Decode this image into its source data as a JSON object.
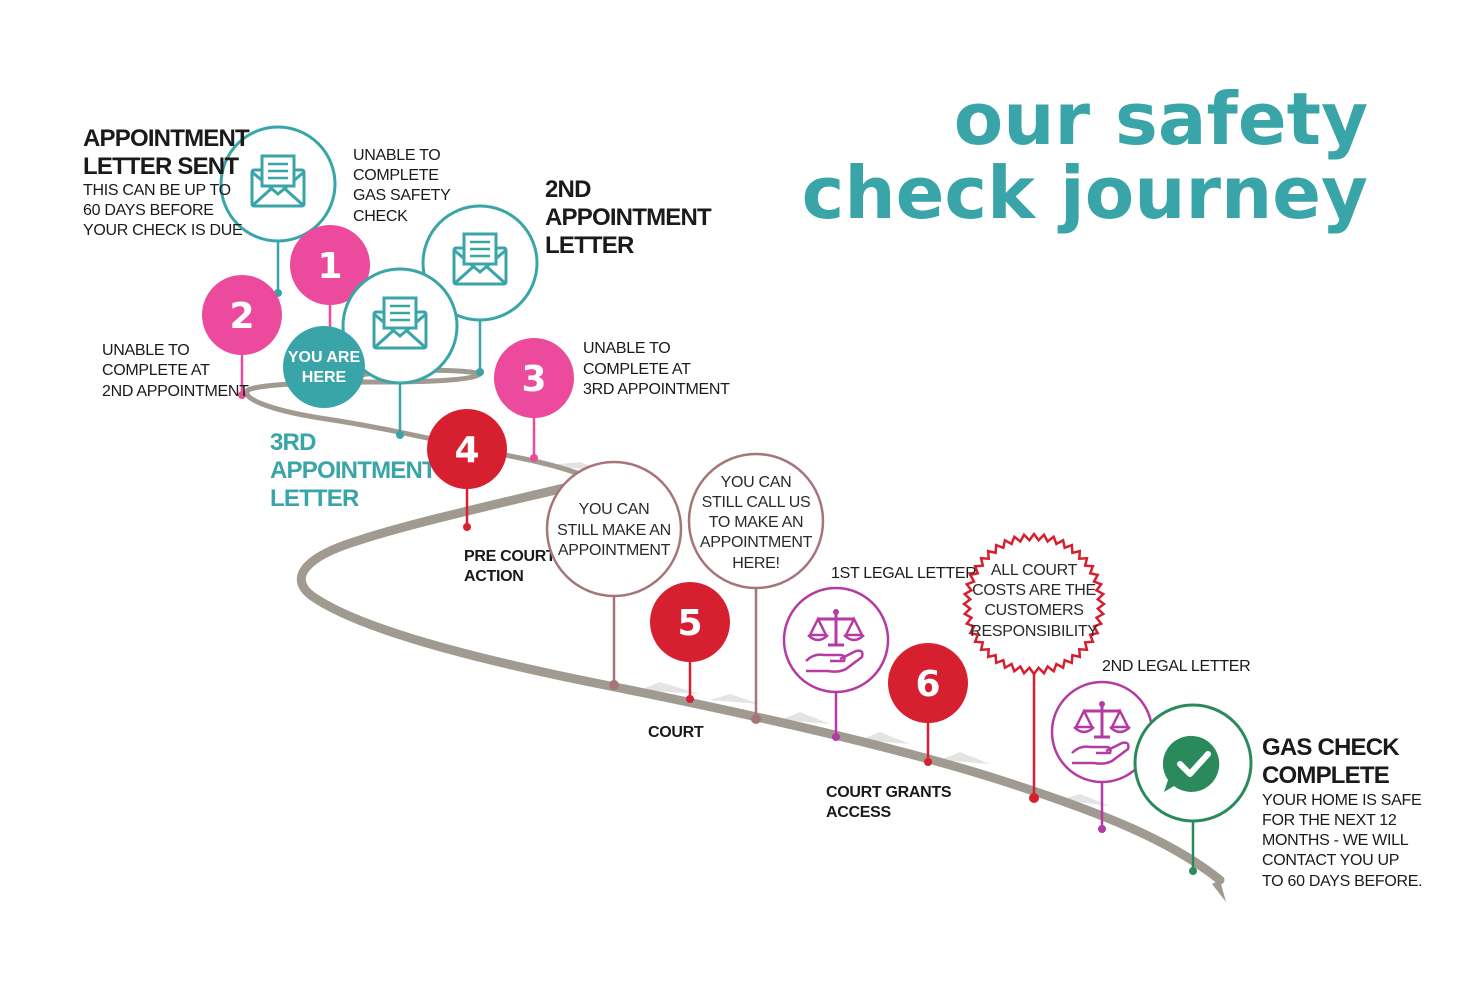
{
  "title": {
    "line1": "our safety",
    "line2": "check journey"
  },
  "colors": {
    "teal": "#3aa5a8",
    "pink": "#ec4a9c",
    "red": "#d6202f",
    "brown": "#a6757a",
    "magenta": "#b43aa4",
    "green": "#2a8a5c",
    "road": "#a19a91"
  },
  "steps": {
    "appointment_sent": {
      "heading": [
        "APPOINTMENT",
        "LETTER SENT"
      ],
      "body": [
        "THIS CAN BE UP TO",
        "60 DAYS BEFORE",
        "YOUR CHECK IS DUE"
      ],
      "icon": "envelope-icon"
    },
    "unable_first": [
      "UNABLE TO",
      "COMPLETE",
      "GAS SAFETY",
      "CHECK"
    ],
    "second_letter": {
      "heading": [
        "2ND",
        "APPOINTMENT",
        "LETTER"
      ],
      "icon": "envelope-icon"
    },
    "unable_second": [
      "UNABLE TO",
      "COMPLETE AT",
      "2ND APPOINTMENT"
    ],
    "you_are_here": [
      "YOU ARE",
      "HERE"
    ],
    "third_letter": {
      "heading": [
        "3RD",
        "APPOINTMENT",
        "LETTER"
      ],
      "icon": "envelope-icon"
    },
    "unable_third": [
      "UNABLE TO",
      "COMPLETE AT",
      "3RD APPOINTMENT"
    ],
    "pre_court": [
      "PRE COURT",
      "ACTION"
    ],
    "still_make": [
      "YOU CAN",
      "STILL MAKE AN",
      "APPOINTMENT"
    ],
    "still_call": [
      "YOU CAN",
      "STILL CALL US",
      "TO MAKE AN",
      "APPOINTMENT",
      "HERE!"
    ],
    "court": "COURT",
    "first_legal": "1ST LEGAL LETTER",
    "court_grants": [
      "COURT GRANTS",
      "ACCESS"
    ],
    "court_costs": [
      "ALL COURT",
      "COSTS ARE THE",
      "CUSTOMERS",
      "RESPONSIBILITY"
    ],
    "second_legal": "2ND LEGAL LETTER",
    "complete": {
      "heading": [
        "GAS CHECK",
        "COMPLETE"
      ],
      "body": [
        "YOUR HOME IS SAFE",
        "FOR THE NEXT 12",
        "MONTHS - WE WILL",
        "CONTACT YOU UP",
        "TO 60 DAYS BEFORE."
      ]
    }
  },
  "numbers": [
    "1",
    "2",
    "3",
    "4",
    "5",
    "6"
  ]
}
